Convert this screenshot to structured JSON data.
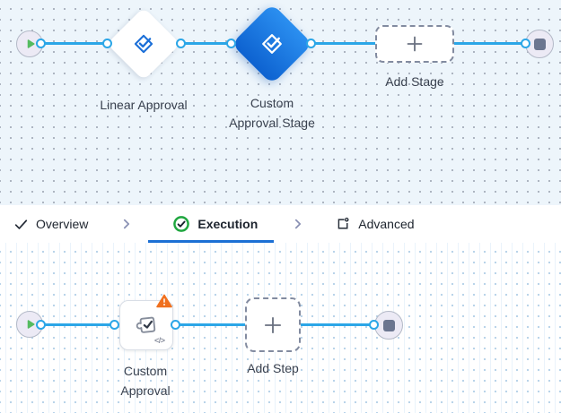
{
  "colors": {
    "edge_blue": "#2ba6e7",
    "active_tab_blue": "#1b6fd4",
    "diamond_gradient_top": "#2b8ff0",
    "diamond_gradient_bottom": "#0d62d0",
    "approval_icon_blue": "#1b6fd8",
    "success_green": "#1fa63f",
    "warning_orange": "#f0701f",
    "play_green": "#55bb60",
    "stop_slate": "#6b7690",
    "canvas_top_bg": "#edf5fb"
  },
  "top_canvas": {
    "nodes": {
      "start": {
        "icon": "play-icon"
      },
      "linear_approval": {
        "label": "Linear Approval",
        "icon": "approval-stage-icon"
      },
      "custom_approval_stage": {
        "line1": "Custom",
        "line2": "Approval Stage",
        "icon": "approval-stage-icon",
        "selected": true
      },
      "add_stage": {
        "label": "Add Stage",
        "icon": "plus-icon"
      },
      "end": {
        "icon": "stop-icon"
      }
    }
  },
  "tabbar": {
    "tabs": [
      {
        "label": "Overview",
        "icon": "check-icon",
        "active": false
      },
      {
        "label": "Execution",
        "icon": "check-circle-icon",
        "active": true
      },
      {
        "label": "Advanced",
        "icon": "advanced-settings-icon",
        "active": false
      }
    ]
  },
  "bottom_canvas": {
    "nodes": {
      "start": {
        "icon": "play-icon"
      },
      "custom_approval": {
        "line1": "Custom",
        "line2": "Approval",
        "icon": "approval-step-icon",
        "has_warning": true,
        "code_glyph": "</>"
      },
      "add_step": {
        "label": "Add Step",
        "icon": "plus-icon"
      },
      "end": {
        "icon": "stop-icon"
      }
    }
  }
}
